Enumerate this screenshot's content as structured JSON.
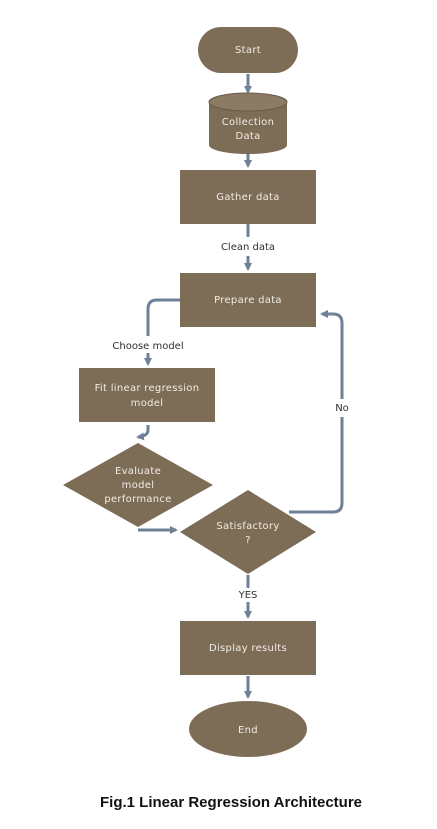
{
  "colors": {
    "node_fill": "#7d6c56",
    "node_text": "#f2ede4",
    "arrow": "#6f8196",
    "label_text": "#2f2f2f"
  },
  "nodes": {
    "start": "Start",
    "collection_data": [
      "Collection",
      "Data"
    ],
    "gather_data": "Gather data",
    "prepare_data": "Prepare data",
    "fit_model": [
      "Fit linear regression",
      "model"
    ],
    "evaluate": [
      "Evaluate",
      "model",
      "performance"
    ],
    "satisfactory": [
      "Satisfactory",
      "?"
    ],
    "display_results": "Display results",
    "end": "End"
  },
  "edges": {
    "clean_data": "Clean data",
    "choose_model": "Choose model",
    "no": "No",
    "yes": "YES"
  },
  "caption": "Fig.1 Linear Regression Architecture"
}
